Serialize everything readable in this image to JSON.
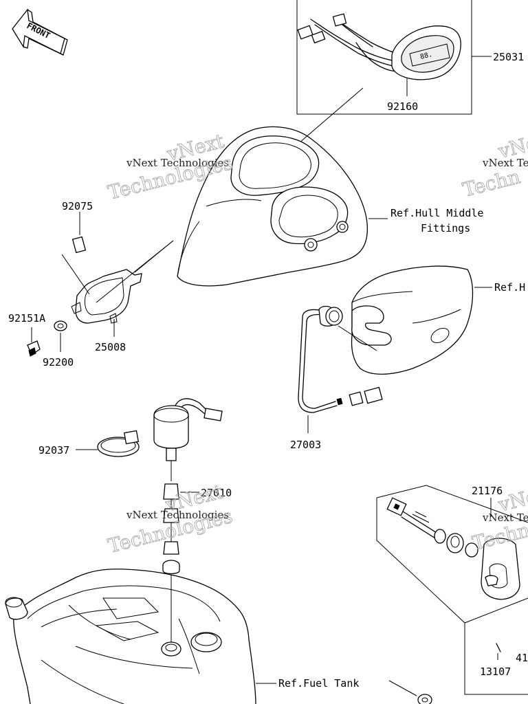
{
  "front_label": "FRONT",
  "parts": {
    "p25031": "25031",
    "p92160": "92160",
    "p92075": "92075",
    "p92151a": "92151A",
    "p25008": "25008",
    "p92200": "92200",
    "p27003": "27003",
    "p92037": "92037",
    "p27010": "27010",
    "p21176": "21176",
    "p13107": "13107",
    "p41": "41"
  },
  "refs": {
    "hull_middle_line1": "Ref.Hull Middle",
    "hull_middle_line2": "Fittings",
    "hull_right": "Ref.H",
    "fuel_tank": "Ref.Fuel Tank"
  },
  "watermarks": {
    "vnext": "vNext",
    "technologies": "Technologies",
    "vnext_technologies": "vNext Technologies",
    "technologies_cut": "Techn",
    "vnext_cut": "vNext Te"
  }
}
